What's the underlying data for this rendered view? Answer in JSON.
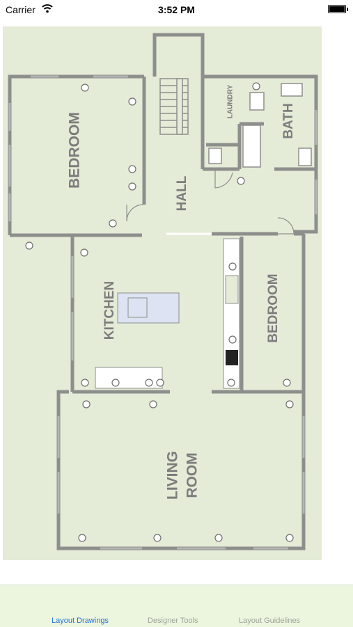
{
  "status_bar": {
    "carrier": "Carrier",
    "time": "3:52 PM",
    "wifi_icon": "wifi-icon",
    "battery_icon": "battery-icon"
  },
  "floor_plan": {
    "rooms": {
      "bedroom_left": "BEDROOM",
      "hall": "HALL",
      "laundry": "LAUNDRY",
      "bath": "BATH",
      "kitchen": "KITCHEN",
      "bedroom_right": "BEDROOM",
      "living_room_line1": "LIVING",
      "living_room_line2": "ROOM"
    },
    "colors": {
      "background": "#e4ebd7",
      "wall": "#8d8f8c",
      "label": "#7c7c7c",
      "island": "#dde3f2"
    }
  },
  "tab_bar": {
    "tabs": [
      {
        "label": "Layout Drawings",
        "active": true
      },
      {
        "label": "Designer Tools",
        "active": false
      },
      {
        "label": "Layout Guidelines",
        "active": false
      }
    ],
    "active_color": "#1f73d9",
    "inactive_color": "#9ea49a"
  }
}
